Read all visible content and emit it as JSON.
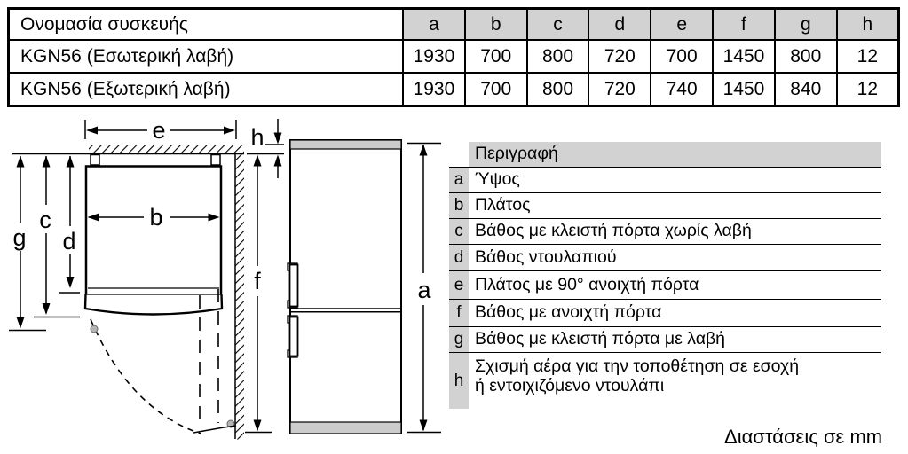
{
  "table": {
    "name_header": "Ονομασία συσκευής",
    "columns": [
      "a",
      "b",
      "c",
      "d",
      "e",
      "f",
      "g",
      "h"
    ],
    "rows": [
      {
        "name": "KGN56 (Εσωτερική λαβή)",
        "values": [
          "1930",
          "700",
          "800",
          "720",
          "700",
          "1450",
          "800",
          "12"
        ]
      },
      {
        "name": "KGN56 (Εξωτερική λαβή)",
        "values": [
          "1930",
          "700",
          "800",
          "720",
          "740",
          "1450",
          "840",
          "12"
        ]
      }
    ]
  },
  "legend": {
    "header": "Περιγραφή",
    "rows": [
      {
        "letter": "a",
        "text": "Ύψος"
      },
      {
        "letter": "b",
        "text": "Πλάτος"
      },
      {
        "letter": "c",
        "text": "Βάθος με κλειστή πόρτα χωρίς λαβή"
      },
      {
        "letter": "d",
        "text": "Βάθος ντουλαπιού"
      },
      {
        "letter": "e",
        "text": "Πλάτος με 90° ανοιχτή πόρτα"
      },
      {
        "letter": "f",
        "text": "Βάθος με ανοιχτή πόρτα"
      },
      {
        "letter": "g",
        "text": "Βάθος με κλειστή πόρτα με λαβή"
      },
      {
        "letter": "h",
        "text": "Σχισμή αέρα για την τοποθέτηση σε εσοχή\nή εντοιχιζόμενο ντουλάπι"
      }
    ]
  },
  "diagram": {
    "labels": {
      "a": "a",
      "b": "b",
      "c": "c",
      "d": "d",
      "e": "e",
      "f": "f",
      "g": "g",
      "h": "h"
    }
  },
  "footer": {
    "note": "Διαστάσεις σε mm"
  },
  "colors": {
    "header_gray": "#d2d2d2",
    "strip_gray": "#cccccc",
    "line": "#000000"
  }
}
